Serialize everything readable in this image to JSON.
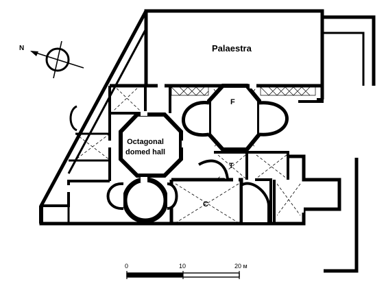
{
  "plan": {
    "compass": {
      "north_label": "N"
    },
    "rooms": {
      "palaestra": "Palaestra",
      "octagonal_hall_line1": "Octagonal",
      "octagonal_hall_line2": "domed hall",
      "room_f": "F",
      "room_t": "T",
      "room_c": "C"
    },
    "scale_bar": {
      "tick_0": "0",
      "tick_10": "10",
      "tick_20": "20 ᴍ"
    }
  }
}
